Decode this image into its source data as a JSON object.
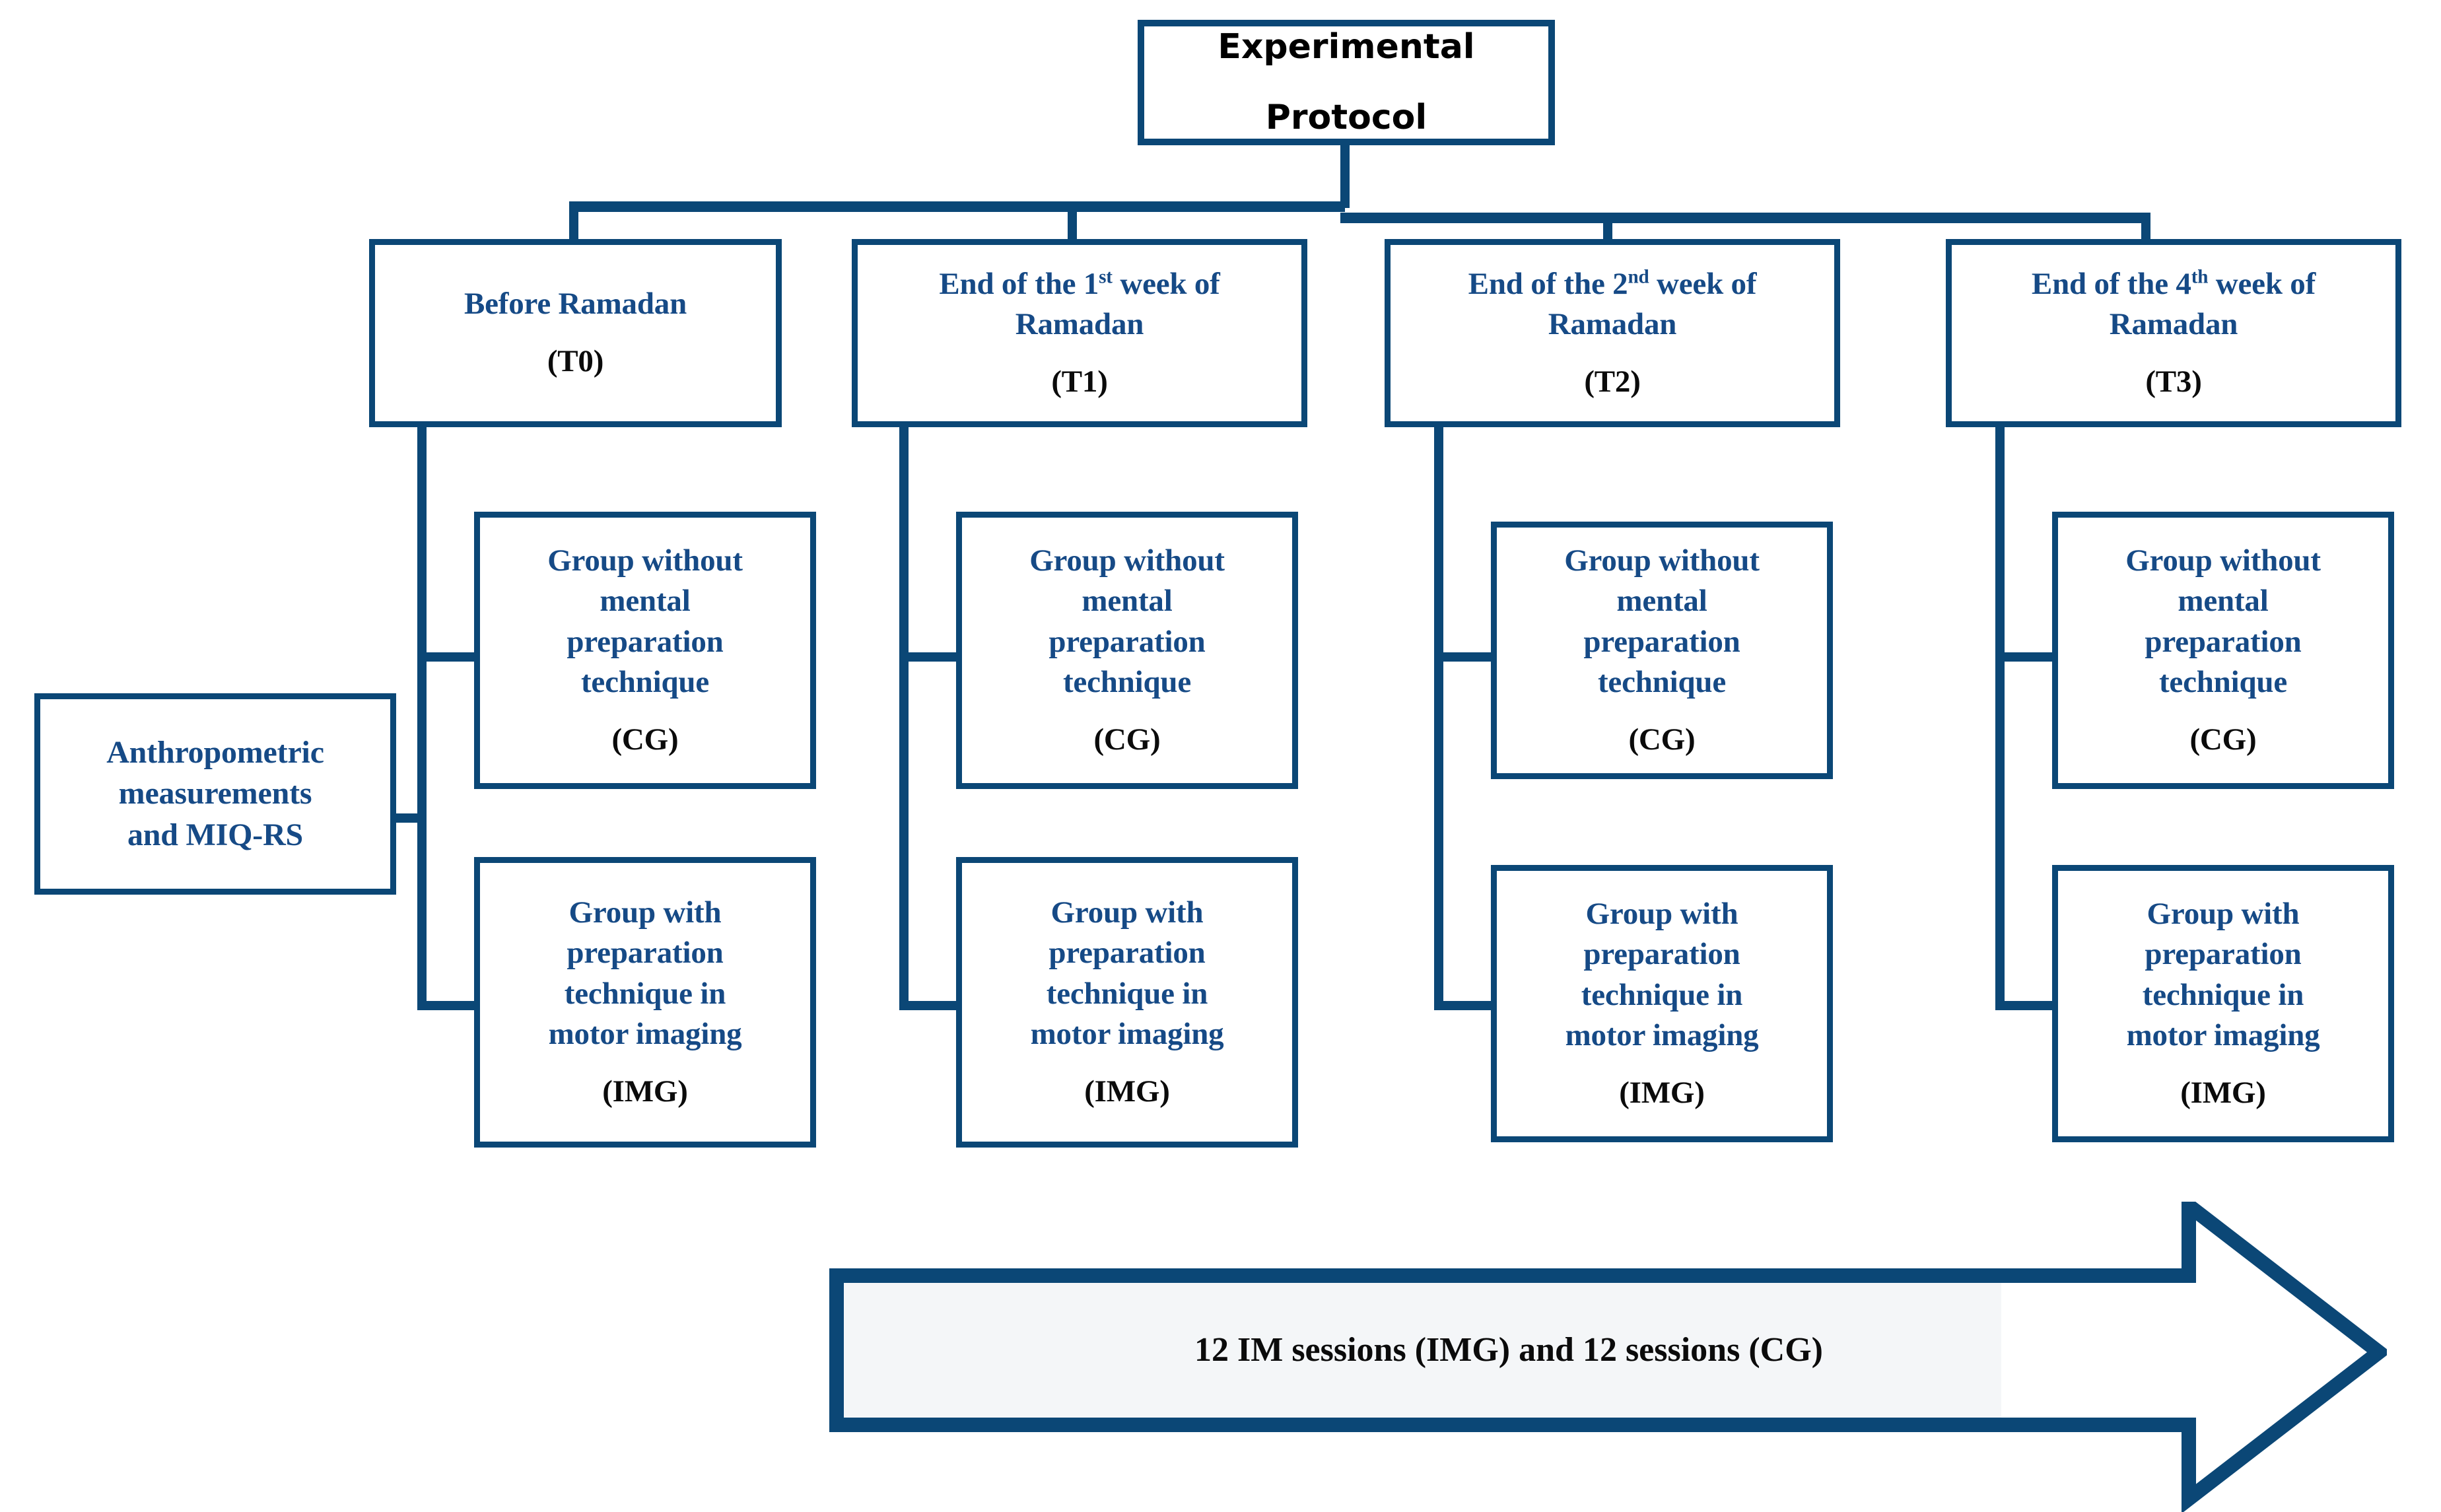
{
  "diagram": {
    "title": "Experimental Protocol flowchart",
    "colors": {
      "border": "#0b4776",
      "node_text": "#164a86",
      "code_text": "#0b0b0b",
      "arrow_fill": "#f4f6f8",
      "background": "#ffffff"
    }
  },
  "root": {
    "line1": "Experimental",
    "line2": "Protocol"
  },
  "baseline": {
    "line1": "Anthropometric",
    "line2": "measurements",
    "line3": "and MIQ-RS"
  },
  "timepoints": [
    {
      "id": "T0",
      "title_pre": "Before Ramadan",
      "title_sup": "",
      "title_post": "",
      "title_line2": "",
      "code": "(T0)"
    },
    {
      "id": "T1",
      "title_pre": "End of the 1",
      "title_sup": "st",
      "title_post": " week of",
      "title_line2": "Ramadan",
      "code": "(T1)"
    },
    {
      "id": "T2",
      "title_pre": "End of the 2",
      "title_sup": "nd",
      "title_post": " week of",
      "title_line2": "Ramadan",
      "code": "(T2)"
    },
    {
      "id": "T3",
      "title_pre": "End of the 4",
      "title_sup": "th",
      "title_post": " week of",
      "title_line2": "Ramadan",
      "code": "(T3)"
    }
  ],
  "groups": {
    "control": {
      "line1": "Group without",
      "line2": "mental",
      "line3": "preparation",
      "line4": "technique",
      "code": "(CG)"
    },
    "imagery": {
      "line1": "Group with",
      "line2": "preparation",
      "line3": "technique in",
      "line4": "motor imaging",
      "code": "(IMG)"
    }
  },
  "timeline_arrow": {
    "label": "12 IM sessions (IMG) and 12 sessions (CG)"
  }
}
